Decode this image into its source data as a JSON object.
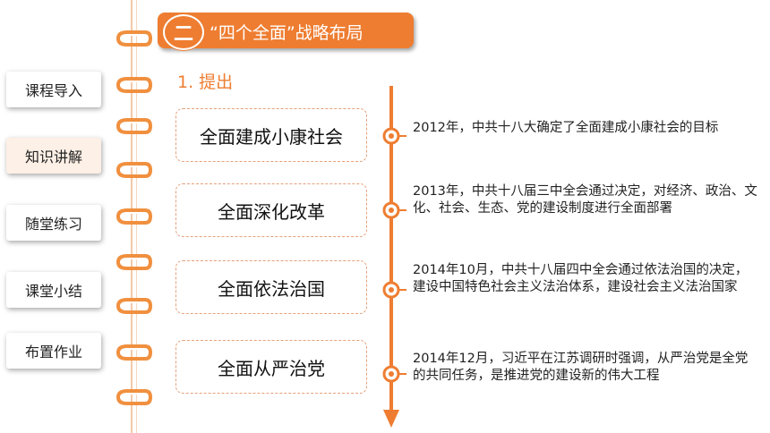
{
  "nav": {
    "items": [
      {
        "label": "课程导入",
        "active": false
      },
      {
        "label": "知识讲解",
        "active": true
      },
      {
        "label": "随堂练习",
        "active": false
      },
      {
        "label": "课堂小结",
        "active": false
      },
      {
        "label": "布置作业",
        "active": false
      }
    ]
  },
  "header": {
    "badge": "二",
    "title": "“四个全面”战略布局"
  },
  "section": {
    "subhead": "1. 提出"
  },
  "items": [
    {
      "label": "全面建成小康社会",
      "desc": "2012年，中共十八大确定了全面建成小康社会的目标"
    },
    {
      "label": "全面深化改革",
      "desc": "2013年，中共十八届三中全会通过决定，对经济、政治、文化、社会、生态、党的建设制度进行全面部署"
    },
    {
      "label": "全面依法治国",
      "desc": "2014年10月，中共十八届四中全会通过依法治国的决定，建设中国特色社会主义法治体系，建设社会主义法治国家"
    },
    {
      "label": "全面从严治党",
      "desc": "2014年12月，习近平在江苏调研时强调，从严治党是全党的共同任务，是推进党的建设新的伟大工程"
    }
  ],
  "colors": {
    "accent": "#ee7d31",
    "line": "#f4c9a8",
    "dash": "#e6a07a"
  }
}
